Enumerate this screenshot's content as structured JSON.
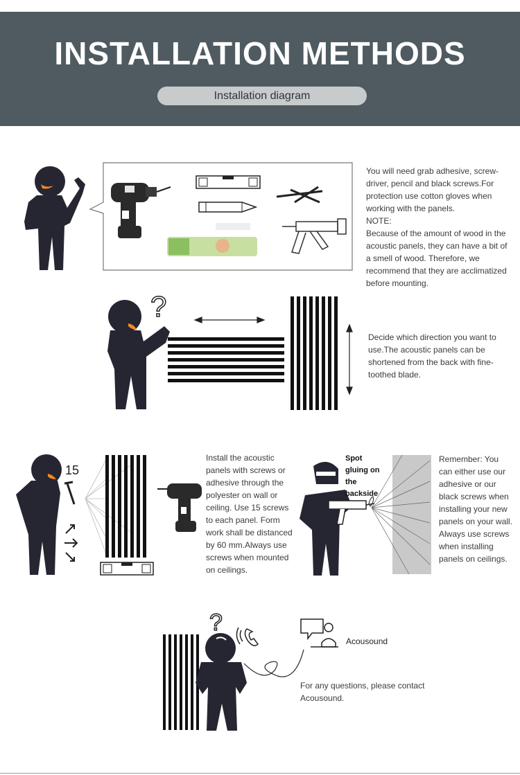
{
  "header": {
    "title": "INSTALLATION METHODS",
    "subtitle": "Installation diagram",
    "background_color": "#4f5b61"
  },
  "step1": {
    "text": "You will need grab adhesive, screw-driver, pencil and black screws.For protection use cotton gloves when working  with the panels.",
    "note_label": "NOTE:",
    "note_text": "Because of the amount of wood in the acoustic panels, they can have a bit of a smell of wood. Therefore, we recommend that they are acclimatized before mounting."
  },
  "step2": {
    "text": "Decide which direction you want to use.The acoustic panels can be shortened from the back with fine-toothed blade."
  },
  "step3": {
    "screw_count_label": "15",
    "text": "Install the acoustic panels with screws or adhesive through the polyester on wall or ceiling. Use 15 screws to each panel. Form work shall be distanced by 60 mm.Always use screws when mounted on ceilings."
  },
  "step4": {
    "label": "Spot gluing on the backside",
    "text": "Remember: You can either use our adhesive or our black screws when installing your new panels on your wall. Always use screws when installing panels on ceilings."
  },
  "contact": {
    "brand": "Acousound",
    "text": "For any questions, please contact Acousound."
  },
  "icons": {
    "figure": "person-figure-icon",
    "drill": "drill-icon",
    "level": "spirit-level-icon",
    "pencil": "pencil-icon",
    "screws": "screws-icon",
    "adhesive": "adhesive-tube-icon",
    "glue_gun": "caulking-gun-icon",
    "question": "question-mark-icon",
    "phone": "phone-icon",
    "support": "support-agent-icon"
  },
  "colors": {
    "figure": "#262632",
    "face_accent": "#f08a1e",
    "panel_wall": "#c9c9ca"
  }
}
